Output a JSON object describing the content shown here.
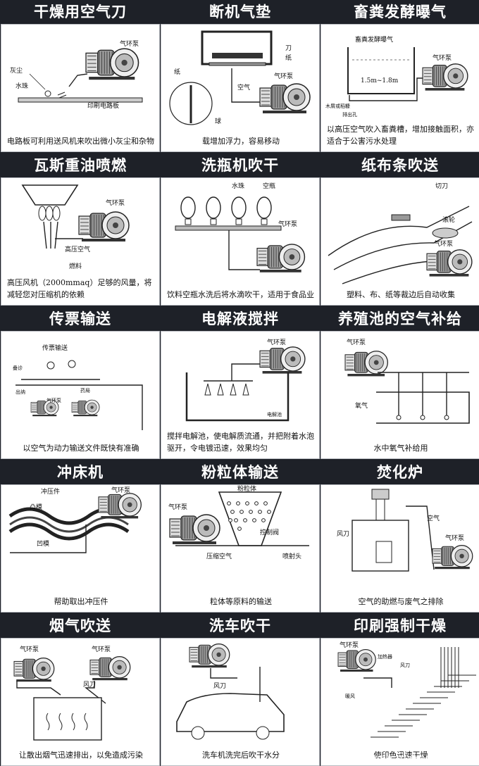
{
  "cells": [
    {
      "title": "干燥用空气刀",
      "caption": "电路板可利用送风机来吹出微小灰尘和杂物",
      "labels": [
        "气环泵",
        "灰尘",
        "水珠",
        "印刷电路板"
      ]
    },
    {
      "title": "断机气垫",
      "caption": "载增加浮力，容易移动",
      "labels": [
        "刀",
        "纸",
        "纸",
        "气环泵",
        "空气",
        "球"
      ]
    },
    {
      "title": "畜粪发酵曝气",
      "caption": "以高压空气吹入畜粪槽，增加接触面积，亦适合于公害污水处理",
      "labels": [
        "畜粪发酵曝气",
        "气环泵",
        "1.5m~1.8m",
        "木屑或稻糠",
        "排出孔"
      ]
    },
    {
      "title": "瓦斯重油喷燃",
      "caption": "高压风机（2000mmaq）足够的风量，将减轻您对压缩机的依赖",
      "labels": [
        "气环泵",
        "高压空气",
        "燃料"
      ]
    },
    {
      "title": "洗瓶机吹干",
      "caption": "饮料空瓶水洗后将水滴吹干，适用于食品业",
      "labels": [
        "水珠",
        "空瓶",
        "气环泵"
      ]
    },
    {
      "title": "纸布条吹送",
      "caption": "塑料、布、纸等裁边后自动收集",
      "labels": [
        "切刀",
        "滚轮",
        "气环泵"
      ]
    },
    {
      "title": "传票输送",
      "caption": "以空气为动力输送文件既快有准确",
      "labels": [
        "传票输送",
        "叠诊",
        "出纳",
        "药局",
        "气环泵"
      ]
    },
    {
      "title": "电解液搅拌",
      "caption": "搅拌电解池，使电解质流通，并把附着水泡驱开，令电镀迅速，效果均匀",
      "labels": [
        "气环泵",
        "电解池"
      ]
    },
    {
      "title": "养殖池的空气补给",
      "caption": "水中氧气补给用",
      "labels": [
        "气环泵",
        "氧气"
      ]
    },
    {
      "title": "冲床机",
      "caption": "帮助取出冲压件",
      "labels": [
        "冲压件",
        "凸模",
        "气环泵",
        "凹模"
      ]
    },
    {
      "title": "粉粒体输送",
      "caption": "粒体等原料的输送",
      "labels": [
        "粉粒体",
        "气环泵",
        "控制阀",
        "压缩空气",
        "喷射头"
      ]
    },
    {
      "title": "焚化炉",
      "caption": "空气的助燃与废气之排除",
      "labels": [
        "空气",
        "风刀",
        "气环泵"
      ]
    },
    {
      "title": "烟气吹送",
      "caption": "让散出烟气迅速排出，以免造成污染",
      "labels": [
        "气环泵",
        "气环泵",
        "风刀"
      ]
    },
    {
      "title": "洗车吹干",
      "caption": "洗车机洗完后吹干水分",
      "labels": [
        "风刀"
      ]
    },
    {
      "title": "印刷强制干燥",
      "caption": "使印色迅速干燥",
      "labels": [
        "气环泵",
        "加热器",
        "风刀",
        "暖风"
      ]
    }
  ],
  "watermark": "china.makepolo.com"
}
